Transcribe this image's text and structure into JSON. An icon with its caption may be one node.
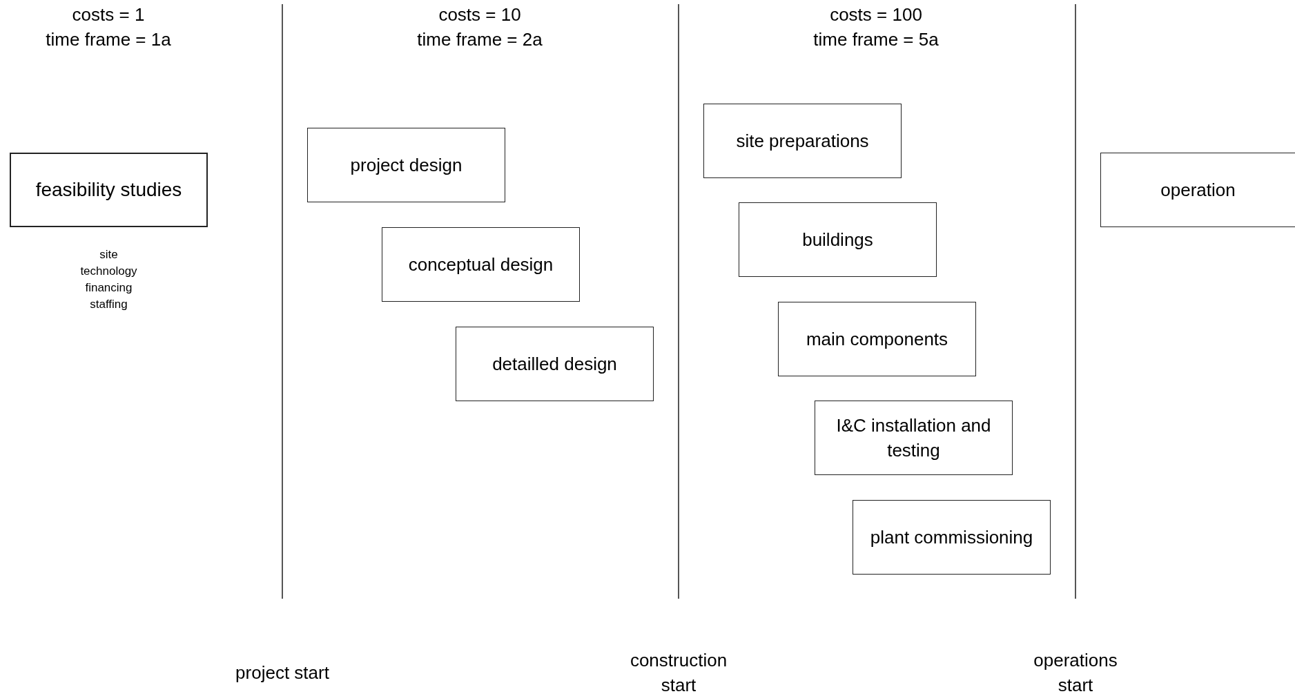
{
  "diagram": {
    "nodes": [
      {
        "text": [
          "feasibility studies"
        ],
        "beside": [
          "site",
          "technology",
          "financing",
          "staffing"
        ]
      },
      {
        "text": [
          "project design"
        ]
      },
      {
        "text": [
          "conceptual design"
        ]
      },
      {
        "text": [
          "detailled design"
        ]
      },
      {
        "text": [
          "site preparations"
        ]
      },
      {
        "text": [
          "buildings"
        ]
      },
      {
        "text": [
          "main components"
        ]
      },
      {
        "text": [
          "I&C installation and testing"
        ]
      },
      {
        "text": [
          "plant commissioning"
        ]
      },
      {
        "text": [
          "operation"
        ]
      }
    ],
    "edges": [],
    "labels": [
      "costs = 1",
      "time frame = 1a",
      "costs = 10",
      "time frame = 2a",
      "costs = 100",
      "time frame = 5a",
      "project start",
      "construction start",
      "operations start"
    ]
  }
}
